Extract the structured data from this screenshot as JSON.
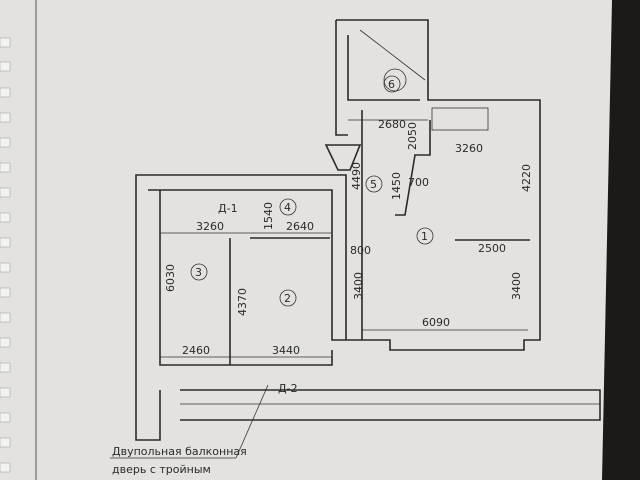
{
  "plan": {
    "rooms": [
      "1",
      "2",
      "3",
      "4",
      "5",
      "6"
    ],
    "doors": [
      "Д-1",
      "Д-2"
    ],
    "dimensions": {
      "d2680": "2680",
      "d2050": "2050",
      "d3260_kitchen": "3260",
      "d4220": "4220",
      "d4490": "4490",
      "d1450": "1450",
      "d700": "700",
      "d3260_left": "3260",
      "d1540": "1540",
      "d2640": "2640",
      "d800": "800",
      "d2500": "2500",
      "d6030": "6030",
      "d4370": "4370",
      "d3400_a": "3400",
      "d3400_b": "3400",
      "d6090": "6090",
      "d2460": "2460",
      "d3440": "3440"
    },
    "note_line1": "Двупольная балконная",
    "note_line2": "дверь с тройным"
  },
  "colors": {
    "paper": "#e6e5e1",
    "ink": "#2a2a2a",
    "background": "#1c1a18"
  }
}
